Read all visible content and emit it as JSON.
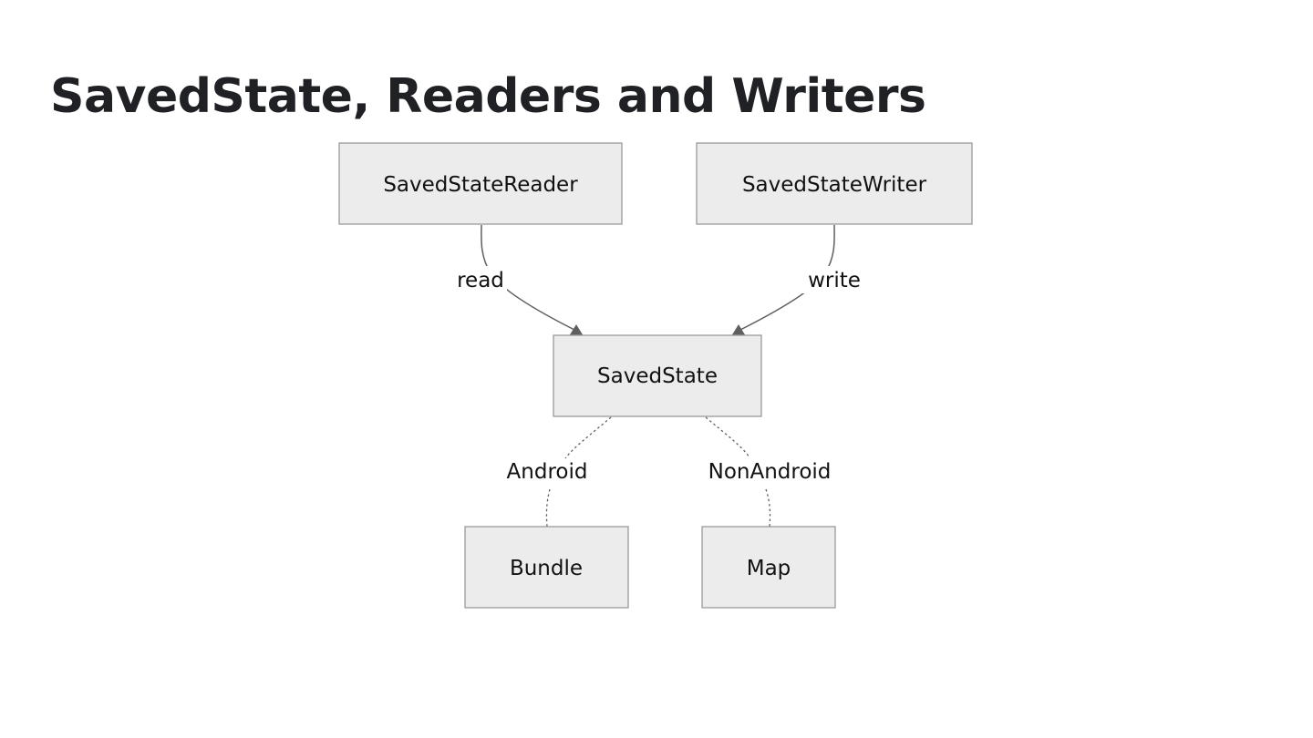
{
  "title": "SavedState, Readers and Writers",
  "nodes": {
    "reader": "SavedStateReader",
    "writer": "SavedStateWriter",
    "saved_state": "SavedState",
    "bundle": "Bundle",
    "map": "Map"
  },
  "edges": {
    "read": "read",
    "write": "write",
    "android": "Android",
    "non_android": "NonAndroid"
  }
}
